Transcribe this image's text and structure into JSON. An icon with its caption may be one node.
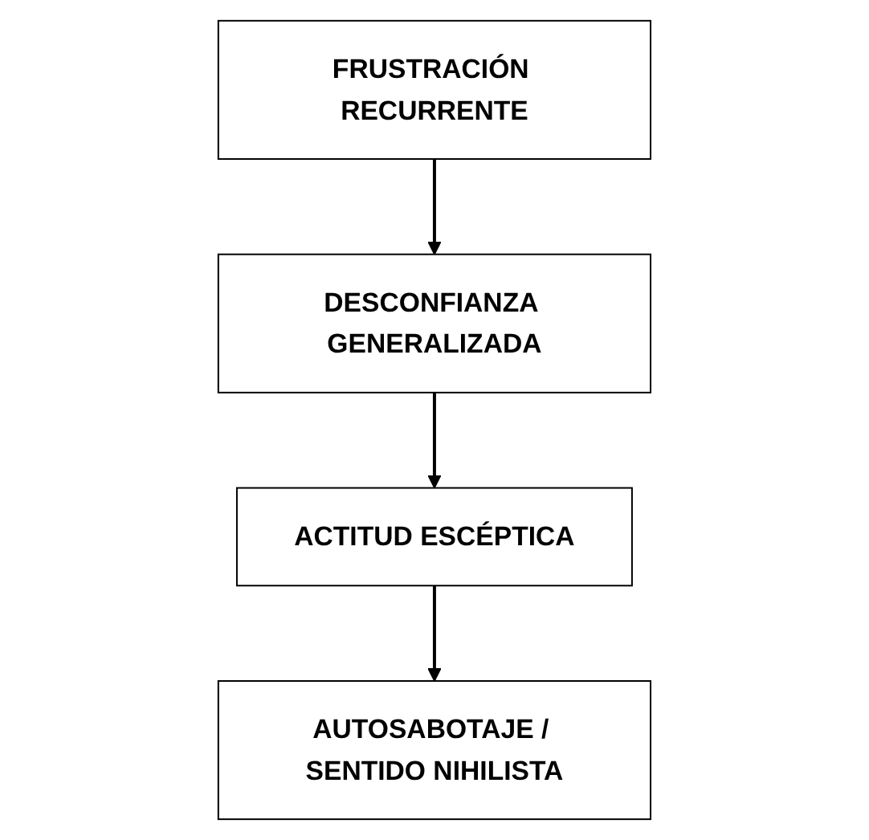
{
  "diagram": {
    "nodes": [
      {
        "text": [
          "FRUSTRACIÓN RECURRENTE"
        ]
      },
      {
        "text": [
          "DESCONFIANZA GENERALIZADA"
        ]
      },
      {
        "text": [
          "ACTITUD ESCÉPTICA"
        ]
      },
      {
        "text": [
          "AUTOSABOTAJE / SENTIDO NIHILISTA"
        ]
      }
    ],
    "edges": [
      {
        "from": 0,
        "to": 1,
        "arrow": "to"
      },
      {
        "from": 1,
        "to": 2,
        "arrow": "to"
      },
      {
        "from": 2,
        "to": 3,
        "arrow": "to"
      }
    ]
  }
}
